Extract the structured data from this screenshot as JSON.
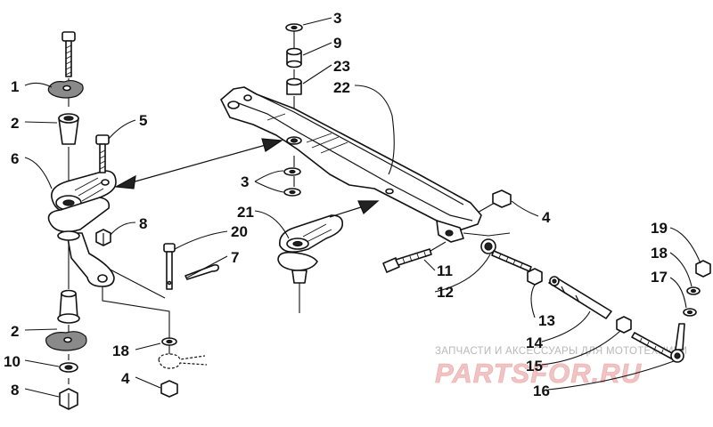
{
  "watermark": {
    "text": "ЗАПЧАСТИ И АКСЕССУАРЫ ДЛЯ МОТОТЕХНИКИ",
    "logo": "PARTSFOR.RU",
    "color": "#e9a9a9"
  },
  "callouts": [
    {
      "id": "c1",
      "label": "1"
    },
    {
      "id": "c2a",
      "label": "2"
    },
    {
      "id": "c2b",
      "label": "2"
    },
    {
      "id": "c3a",
      "label": "3"
    },
    {
      "id": "c3b",
      "label": "3"
    },
    {
      "id": "c4a",
      "label": "4"
    },
    {
      "id": "c4b",
      "label": "4"
    },
    {
      "id": "c5",
      "label": "5"
    },
    {
      "id": "c6",
      "label": "6"
    },
    {
      "id": "c7",
      "label": "7"
    },
    {
      "id": "c8a",
      "label": "8"
    },
    {
      "id": "c8b",
      "label": "8"
    },
    {
      "id": "c9",
      "label": "9"
    },
    {
      "id": "c10",
      "label": "10"
    },
    {
      "id": "c11",
      "label": "11"
    },
    {
      "id": "c12",
      "label": "12"
    },
    {
      "id": "c13",
      "label": "13"
    },
    {
      "id": "c14",
      "label": "14"
    },
    {
      "id": "c15",
      "label": "15"
    },
    {
      "id": "c16",
      "label": "16"
    },
    {
      "id": "c17",
      "label": "17"
    },
    {
      "id": "c18a",
      "label": "18"
    },
    {
      "id": "c18b",
      "label": "18"
    },
    {
      "id": "c19",
      "label": "19"
    },
    {
      "id": "c20",
      "label": "20"
    },
    {
      "id": "c21",
      "label": "21"
    },
    {
      "id": "c22",
      "label": "22"
    },
    {
      "id": "c23",
      "label": "23"
    }
  ]
}
